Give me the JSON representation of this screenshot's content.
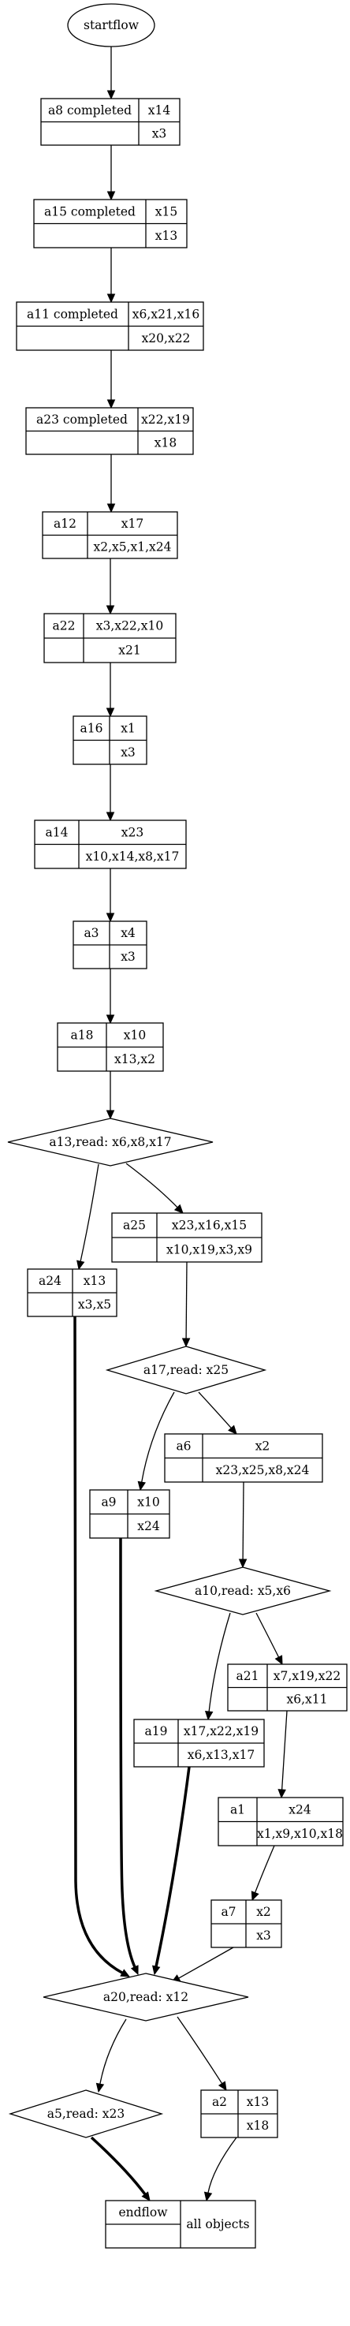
{
  "diagram": {
    "start": "startflow",
    "nodes": [
      {
        "id": "a8",
        "type": "record",
        "name": "a8 completed",
        "writes": "x14",
        "reads": "x3"
      },
      {
        "id": "a15",
        "type": "record",
        "name": "a15 completed",
        "writes": "x15",
        "reads": "x13"
      },
      {
        "id": "a11",
        "type": "record",
        "name": "a11 completed",
        "writes": "x6,x21,x16",
        "reads": "x20,x22"
      },
      {
        "id": "a23",
        "type": "record",
        "name": "a23 completed",
        "writes": "x22,x19",
        "reads": "x18"
      },
      {
        "id": "a12",
        "type": "record",
        "name": "a12",
        "writes": "x17",
        "reads": "x2,x5,x1,x24"
      },
      {
        "id": "a22",
        "type": "record",
        "name": "a22",
        "writes": "x3,x22,x10",
        "reads": "x21"
      },
      {
        "id": "a16",
        "type": "record",
        "name": "a16",
        "writes": "x1",
        "reads": "x3"
      },
      {
        "id": "a14",
        "type": "record",
        "name": "a14",
        "writes": "x23",
        "reads": "x10,x14,x8,x17"
      },
      {
        "id": "a3",
        "type": "record",
        "name": "a3",
        "writes": "x4",
        "reads": "x3"
      },
      {
        "id": "a18",
        "type": "record",
        "name": "a18",
        "writes": "x10",
        "reads": "x13,x2"
      },
      {
        "id": "a13",
        "type": "decision",
        "label": "a13,read: x6,x8,x17"
      },
      {
        "id": "a25",
        "type": "record",
        "name": "a25",
        "writes": "x23,x16,x15",
        "reads": "x10,x19,x3,x9"
      },
      {
        "id": "a24",
        "type": "record",
        "name": "a24",
        "writes": "x13",
        "reads": "x3,x5"
      },
      {
        "id": "a17",
        "type": "decision",
        "label": "a17,read: x25"
      },
      {
        "id": "a6",
        "type": "record",
        "name": "a6",
        "writes": "x2",
        "reads": "x23,x25,x8,x24"
      },
      {
        "id": "a9",
        "type": "record",
        "name": "a9",
        "writes": "x10",
        "reads": "x24"
      },
      {
        "id": "a10",
        "type": "decision",
        "label": "a10,read: x5,x6"
      },
      {
        "id": "a21",
        "type": "record",
        "name": "a21",
        "writes": "x7,x19,x22",
        "reads": "x6,x11"
      },
      {
        "id": "a19",
        "type": "record",
        "name": "a19",
        "writes": "x17,x22,x19",
        "reads": "x6,x13,x17"
      },
      {
        "id": "a1",
        "type": "record",
        "name": "a1",
        "writes": "x24",
        "reads": "x1,x9,x10,x18"
      },
      {
        "id": "a7",
        "type": "record",
        "name": "a7",
        "writes": "x2",
        "reads": "x3"
      },
      {
        "id": "a20",
        "type": "decision",
        "label": "a20,read: x12"
      },
      {
        "id": "a5",
        "type": "decision",
        "label": "a5,read: x23"
      },
      {
        "id": "a2",
        "type": "record",
        "name": "a2",
        "writes": "x13",
        "reads": "x18"
      },
      {
        "id": "end",
        "type": "end",
        "name": "endflow",
        "value": "all objects"
      }
    ],
    "edges": [
      {
        "from": "start",
        "to": "a8"
      },
      {
        "from": "a8",
        "to": "a15"
      },
      {
        "from": "a15",
        "to": "a11"
      },
      {
        "from": "a11",
        "to": "a23"
      },
      {
        "from": "a23",
        "to": "a12"
      },
      {
        "from": "a12",
        "to": "a22"
      },
      {
        "from": "a22",
        "to": "a16"
      },
      {
        "from": "a16",
        "to": "a14"
      },
      {
        "from": "a14",
        "to": "a3"
      },
      {
        "from": "a3",
        "to": "a18"
      },
      {
        "from": "a18",
        "to": "a13"
      },
      {
        "from": "a13",
        "to": "a24"
      },
      {
        "from": "a13",
        "to": "a25"
      },
      {
        "from": "a25",
        "to": "a17"
      },
      {
        "from": "a17",
        "to": "a9"
      },
      {
        "from": "a17",
        "to": "a6"
      },
      {
        "from": "a6",
        "to": "a10"
      },
      {
        "from": "a10",
        "to": "a19"
      },
      {
        "from": "a10",
        "to": "a21"
      },
      {
        "from": "a21",
        "to": "a1"
      },
      {
        "from": "a1",
        "to": "a7"
      },
      {
        "from": "a24",
        "to": "a20",
        "bold": true
      },
      {
        "from": "a9",
        "to": "a20",
        "bold": true
      },
      {
        "from": "a19",
        "to": "a20",
        "bold": true
      },
      {
        "from": "a7",
        "to": "a20"
      },
      {
        "from": "a20",
        "to": "a5"
      },
      {
        "from": "a20",
        "to": "a2"
      },
      {
        "from": "a5",
        "to": "end",
        "bold": true
      },
      {
        "from": "a2",
        "to": "end"
      }
    ]
  }
}
